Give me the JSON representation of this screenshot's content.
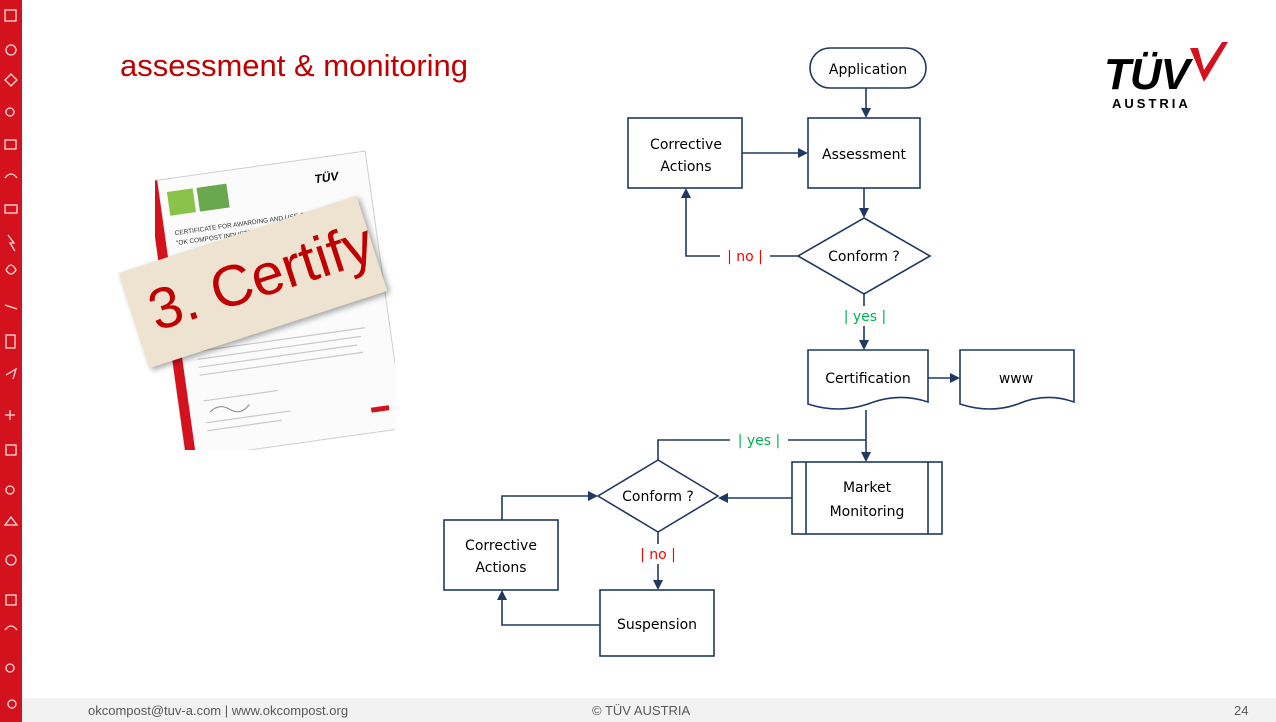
{
  "slide": {
    "title": "assessment & monitoring",
    "page_number": "24"
  },
  "logo": {
    "main": "TÜV",
    "sub": "AUSTRIA",
    "accent_color": "#d4121e"
  },
  "footer": {
    "contact": "okcompost@tuv-a.com  |  www.okcompost.org",
    "copyright": "© TÜV AUSTRIA"
  },
  "certificate": {
    "header": "CERTIFICATE FOR AWARDING AND USE OF THE",
    "subheader": "\"OK COMPOST INDUSTRIAL\" CONFORMITY MARK",
    "stamp": "3. Certify"
  },
  "flowchart": {
    "nodes": {
      "application": "Application",
      "assessment": "Assessment",
      "corrective_top_line1": "Corrective",
      "corrective_top_line2": "Actions",
      "conform_top": "Conform ?",
      "certification": "Certification",
      "www": "www",
      "market_line1": "Market",
      "market_line2": "Monitoring",
      "conform_bottom": "Conform ?",
      "corrective_bottom_line1": "Corrective",
      "corrective_bottom_line2": "Actions",
      "suspension": "Suspension"
    },
    "edge_labels": {
      "no_top": "| no |",
      "yes_top": "| yes |",
      "yes_bottom": "| yes |",
      "no_bottom": "| no |"
    },
    "colors": {
      "line": "#1f3864",
      "yes": "#00b050",
      "no": "#ff0000"
    }
  }
}
